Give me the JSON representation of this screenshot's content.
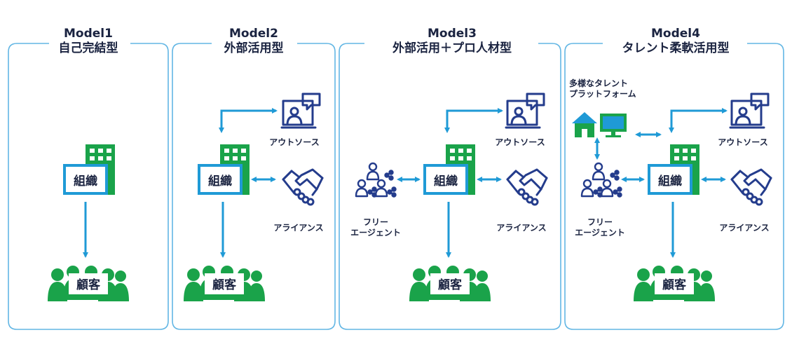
{
  "colors": {
    "accent_blue": "#1f9ad6",
    "frame_blue": "#62b6e4",
    "green": "#1aa34a",
    "dark_green": "#138a3c",
    "icon_navy": "#243c8c",
    "text": "#1a2340"
  },
  "models": [
    {
      "name": "Model1",
      "subtitle": "自己完結型"
    },
    {
      "name": "Model2",
      "subtitle": "外部活用型"
    },
    {
      "name": "Model3",
      "subtitle": "外部活用＋プロ人材型"
    },
    {
      "name": "Model4",
      "subtitle": "タレント柔軟活用型"
    }
  ],
  "labels": {
    "organization": "組織",
    "customer": "顧客",
    "outsource": "アウトソース",
    "alliance": "アライアンス",
    "freeagent_line1": "フリー",
    "freeagent_line2": "エージェント",
    "platform_line1": "多様なタレント",
    "platform_line2": "プラットフォーム"
  },
  "icons": [
    "building-icon",
    "crowd-icon",
    "presenter-icon",
    "handshake-icon",
    "network-people-icon",
    "house-icon",
    "monitor-icon"
  ]
}
